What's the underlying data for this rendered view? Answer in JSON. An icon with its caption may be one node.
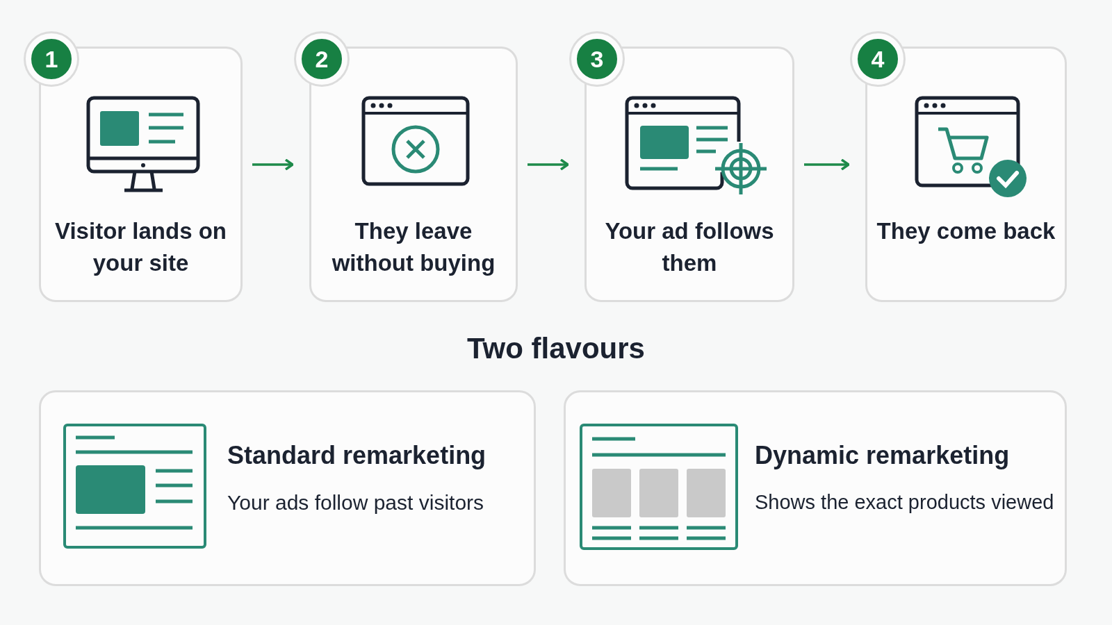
{
  "diagram": {
    "title": "Two flavours",
    "nodes": [
      {
        "text": [
          "1",
          "Visitor lands on your site"
        ]
      },
      {
        "text": [
          "2",
          "They leave without buying"
        ]
      },
      {
        "text": [
          "3",
          "Your ad follows them"
        ]
      },
      {
        "text": [
          "4",
          "They come back"
        ]
      },
      {
        "text": [
          "Standard remarketing",
          "Your ads follow past visitors"
        ]
      },
      {
        "text": [
          "Dynamic remarketing",
          "Shows the exact products viewed"
        ]
      }
    ],
    "edges": [
      {
        "from": 0,
        "to": 1,
        "arrow": "to"
      },
      {
        "from": 1,
        "to": 2,
        "arrow": "to"
      },
      {
        "from": 2,
        "to": 3,
        "arrow": "to"
      }
    ]
  }
}
